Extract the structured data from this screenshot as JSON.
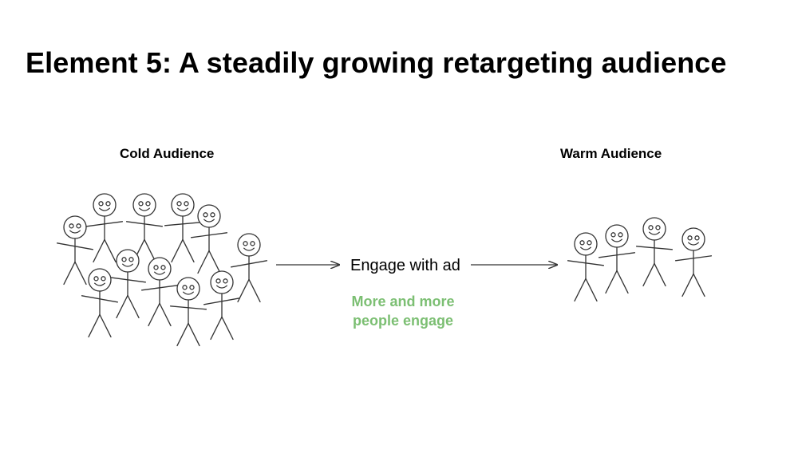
{
  "title": "Element 5: A steadily growing retargeting audience",
  "cold_audience": {
    "label": "Cold Audience"
  },
  "warm_audience": {
    "label": "Warm Audience"
  },
  "step": {
    "label": "Engage with ad"
  },
  "note": {
    "line1": "More and more",
    "line2": "people engage",
    "color": "#7cbf73"
  },
  "stroke_color": "#333333",
  "icons": {
    "person": "stick-figure-icon",
    "arrow": "arrow-right-icon"
  }
}
